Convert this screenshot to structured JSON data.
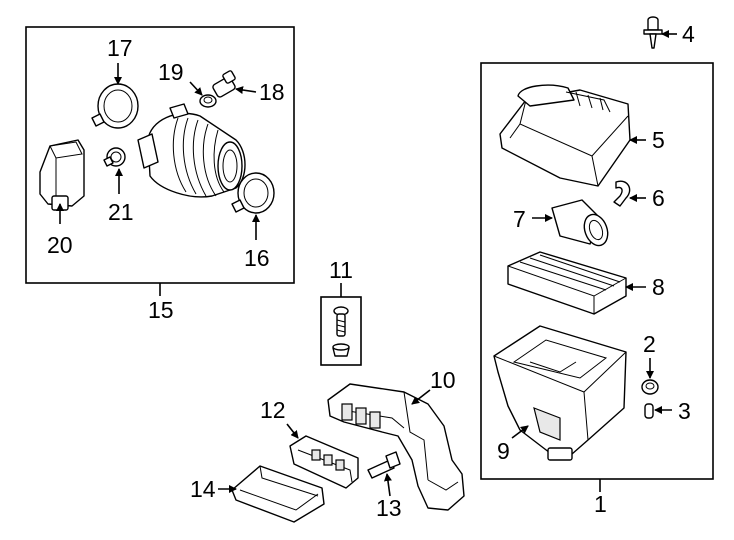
{
  "callouts": {
    "c1": "1",
    "c2": "2",
    "c3": "3",
    "c4": "4",
    "c5": "5",
    "c6": "6",
    "c7": "7",
    "c8": "8",
    "c9": "9",
    "c10": "10",
    "c11": "11",
    "c12": "12",
    "c13": "13",
    "c14": "14",
    "c15": "15",
    "c16": "16",
    "c17": "17",
    "c18": "18",
    "c19": "19",
    "c20": "20",
    "c21": "21"
  },
  "colors": {
    "line": "#000000",
    "background": "#ffffff",
    "shade": "#e8e8e8"
  }
}
